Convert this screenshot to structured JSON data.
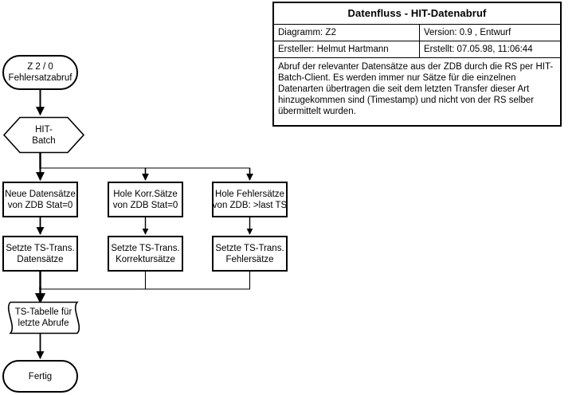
{
  "info_table": {
    "title": "Datenfluss - HIT-Datenabruf",
    "rows": [
      {
        "left": "Diagramm: Z2",
        "right": "Version: 0.9 , Entwurf"
      },
      {
        "left": "Ersteller: Helmut Hartmann",
        "right": "Erstellt:  07.05.98, 11:06:44"
      }
    ],
    "description": "Abruf der relevanter Datensätze aus der ZDB durch die RS per HIT-Batch-Client. Es werden immer nur Sätze für die einzelnen Datenarten übertragen die seit dem letzten Transfer dieser Art hinzugekommen sind (Timestamp) und nicht von der RS selber übermittelt wurden."
  },
  "flowchart": {
    "start": {
      "line1": "Z 2 / 0",
      "line2": "Fehlersatzabruf"
    },
    "batch": {
      "line1": "HIT-",
      "line2": "Batch"
    },
    "fetch_boxes": [
      {
        "line1": "Neue Datensätze",
        "line2": "von ZDB Stat=0"
      },
      {
        "line1": "Hole Korr.Sätze",
        "line2": "von ZDB Stat=0"
      },
      {
        "line1": "Hole Fehlersätze",
        "line2": "von ZDB: >last TS"
      }
    ],
    "set_boxes": [
      {
        "line1": "Setzte TS-Trans.",
        "line2": "Datensätze"
      },
      {
        "line1": "Setzte TS-Trans.",
        "line2": "Korrektursätze"
      },
      {
        "line1": "Setzte TS-Trans.",
        "line2": "Fehlersätze"
      }
    ],
    "datastore": {
      "line1": "TS-Tabelle für",
      "line2": "letzte Abrufe"
    },
    "end": {
      "line1": "Fertig"
    }
  },
  "colors": {
    "stroke": "#000000",
    "fill": "#ffffff"
  }
}
